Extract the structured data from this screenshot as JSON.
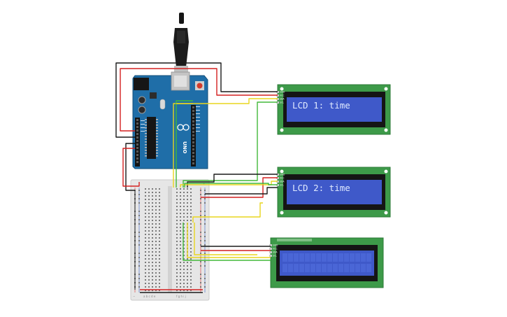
{
  "board": {
    "name": "UNO",
    "brand_color": "#1f6ea8"
  },
  "lcds": [
    {
      "id": "lcd1",
      "line1": "LCD 1: time",
      "line2": "",
      "pcb_color": "#3d9a49",
      "screen_color": "#3f59c9"
    },
    {
      "id": "lcd2",
      "line1": "LCD 2: time",
      "line2": "",
      "pcb_color": "#3d9a49",
      "screen_color": "#3f59c9"
    },
    {
      "id": "lcd3",
      "line1": "",
      "line2": "",
      "pcb_color": "#3d9a49",
      "screen_color": "#3f59c9"
    }
  ],
  "lcd_pin_labels": [
    "GND",
    "VCC",
    "SDA",
    "SCL"
  ],
  "breadboard": {
    "column_letters_left": [
      "a",
      "b",
      "c",
      "d",
      "e"
    ],
    "column_letters_right": [
      "f",
      "g",
      "h",
      "i",
      "j"
    ]
  },
  "wire_colors": {
    "gnd": "#1a1a1a",
    "vcc": "#d42020",
    "sda": "#e8d51e",
    "scl": "#42b83a"
  }
}
